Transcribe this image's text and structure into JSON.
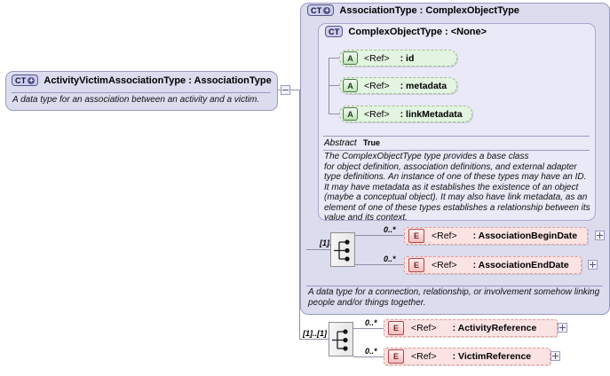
{
  "diagram": {
    "kind": "xsd-schema-diagram",
    "root": {
      "icon": "ct-plus-icon",
      "badge": "CT",
      "title": "ActivityVictimAssociationType : AssociationType",
      "documentation": "A data type for an association between an activity and a victim.",
      "collapse_toggle": "minus"
    },
    "base_type": {
      "icon": "ct-plus-icon",
      "badge": "CT",
      "title": "AssociationType : ComplexObjectType",
      "documentation": "A data type for a connection, relationship, or involvement somehow linking\npeople and/or things together."
    },
    "inner_type": {
      "icon": "ct-icon",
      "badge": "CT",
      "title": "ComplexObjectType : <None>",
      "attributes": [
        {
          "kind": "A",
          "ref": "<Ref>",
          "name": ": id"
        },
        {
          "kind": "A",
          "ref": "<Ref>",
          "name": ": metadata"
        },
        {
          "kind": "A",
          "ref": "<Ref>",
          "name": ": linkMetadata"
        }
      ],
      "properties": [
        {
          "key": "Abstract",
          "value": "True"
        }
      ],
      "documentation": "The ComplexObjectType type provides a base class\nfor object definition, association definitions, and external adapter\ntype definitions. An instance of one of these types may have an ID.\nIt may have metadata as it establishes the existence of an object\n(maybe a conceptual object). It may also have link metadata, as an\nelement of one of these types establishes a relationship between its\nvalue and its context."
    },
    "sequences": [
      {
        "id": "association-sequence",
        "icon": "sequence-compositor-icon",
        "occurrence": "[1]..[1]",
        "elements": [
          {
            "kind": "E",
            "ref": "<Ref>",
            "name": ": AssociationBeginDate",
            "occurrence": "0..*",
            "expand": "+"
          },
          {
            "kind": "E",
            "ref": "<Ref>",
            "name": ": AssociationEndDate",
            "occurrence": "0..*",
            "expand": "+"
          }
        ]
      },
      {
        "id": "activity-victim-sequence",
        "icon": "sequence-compositor-icon",
        "occurrence": "[1]..[1]",
        "elements": [
          {
            "kind": "E",
            "ref": "<Ref>",
            "name": ": ActivityReference",
            "occurrence": "0..*",
            "expand": "+"
          },
          {
            "kind": "E",
            "ref": "<Ref>",
            "name": ": VictimReference",
            "occurrence": "0..*",
            "expand": "+"
          }
        ]
      }
    ],
    "colors": {
      "complex_type_fill": "#dcdcef",
      "complex_type_inner_fill": "#e9e9f7",
      "complex_type_border": "#9a9ac0",
      "attribute_fill": "#e3f4e0",
      "attribute_border": "#9fbf9a",
      "element_fill": "#fbe3e3",
      "element_border": "#e09a9a",
      "connector": "#8f8fa8",
      "compositor_border": "#8d8d8d"
    }
  }
}
